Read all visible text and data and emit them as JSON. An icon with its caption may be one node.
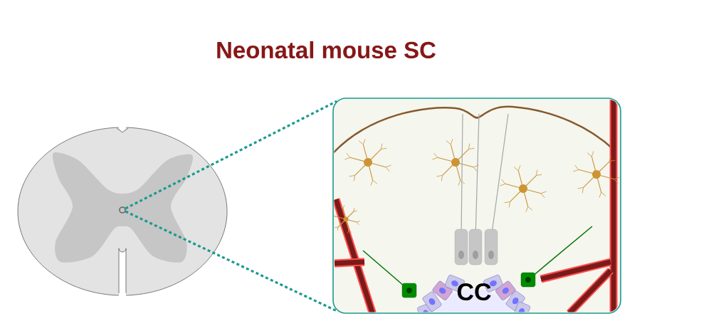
{
  "diagram": {
    "title": "Neonatal mouse SC",
    "nodes": [
      {
        "text": [],
        "shape": "picture"
      },
      {
        "text": [],
        "shape": "circle",
        "in": 0
      },
      {
        "text": [],
        "shape": "box"
      }
    ],
    "edges": [
      {
        "from": 1,
        "to": 2,
        "arrow": "none",
        "style": "dashed"
      },
      {
        "from": 1,
        "to": 2,
        "arrow": "none",
        "style": "dashed"
      }
    ],
    "labels": [
      "CC"
    ]
  }
}
